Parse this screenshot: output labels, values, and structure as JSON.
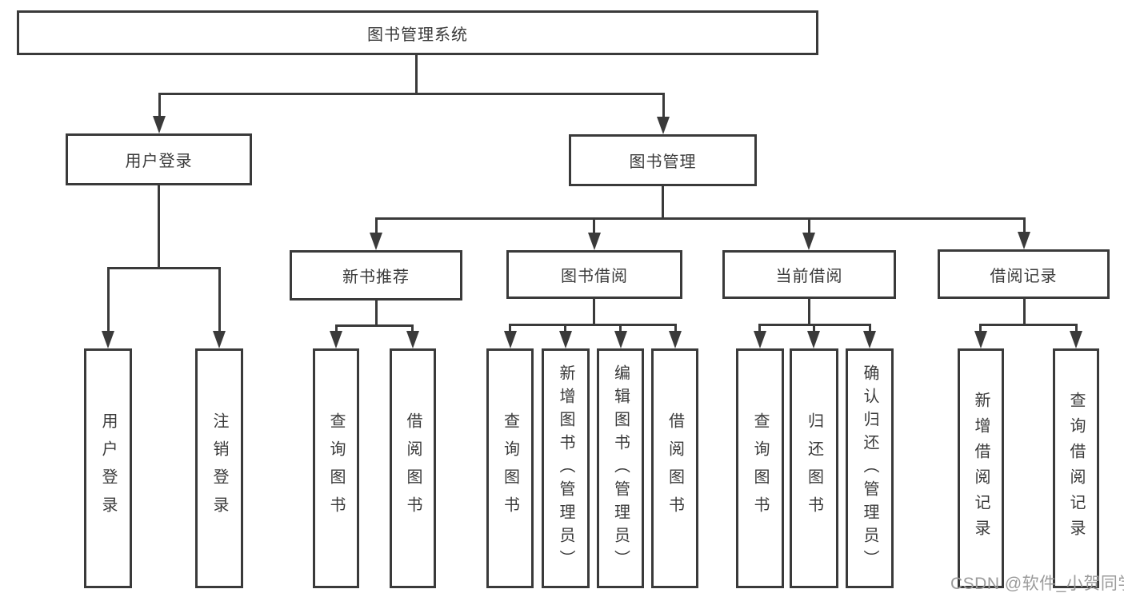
{
  "diagram_title": "图书管理系统",
  "colors": {
    "line": "#3a3a3a",
    "text": "#3a3a3a",
    "node_background": "#ffffff",
    "page_background": "#ffffff",
    "watermark": "#9b9b9b"
  },
  "tree": {
    "label": "图书管理系统",
    "children": [
      {
        "label": "用户登录",
        "children": [
          {
            "label": "用户登录"
          },
          {
            "label": "注销登录"
          }
        ]
      },
      {
        "label": "图书管理",
        "children": [
          {
            "label": "新书推荐",
            "children": [
              {
                "label": "查询图书"
              },
              {
                "label": "借阅图书"
              }
            ]
          },
          {
            "label": "图书借阅",
            "children": [
              {
                "label": "查询图书"
              },
              {
                "label": "新增图书（管理员）"
              },
              {
                "label": "编辑图书（管理员）"
              },
              {
                "label": "借阅图书"
              }
            ]
          },
          {
            "label": "当前借阅",
            "children": [
              {
                "label": "查询图书"
              },
              {
                "label": "归还图书"
              },
              {
                "label": "确认归还（管理员）"
              }
            ]
          },
          {
            "label": "借阅记录",
            "children": [
              {
                "label": "新增借阅记录"
              },
              {
                "label": "查询借阅记录"
              }
            ]
          }
        ]
      }
    ]
  },
  "watermark": "CSDN @软件_小贺同学"
}
